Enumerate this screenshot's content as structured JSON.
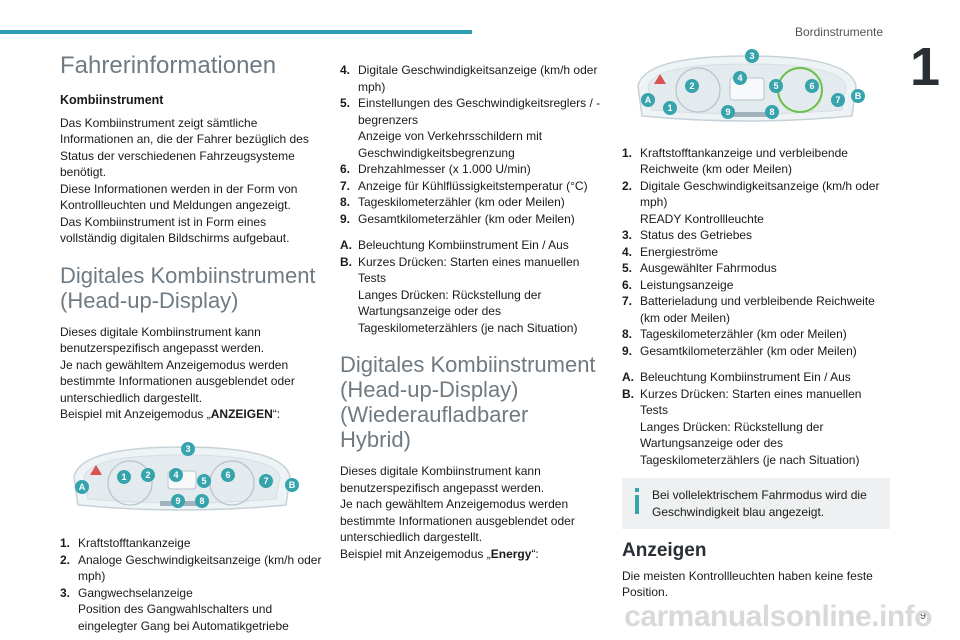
{
  "header": {
    "section": "Bordinstrumente",
    "chapter": "1"
  },
  "col1": {
    "title": "Fahrerinformationen",
    "sub": "Kombiinstrument",
    "intro": [
      "Das Kombiinstrument zeigt sämtliche Informationen an, die der Fahrer bezüglich des Status der verschiedenen Fahrzeugsysteme benötigt.",
      "Diese Informationen werden in der Form von Kontrollleuchten und Meldungen angezeigt.",
      "Das Kombiinstrument ist in Form eines vollständig digitalen Bildschirms aufgebaut."
    ],
    "h2": "Digitales Kombiinstrument (Head-up-Display)",
    "p2": [
      "Dieses digitale Kombiinstrument kann benutzerspezifisch angepasst werden.",
      "Je nach gewähltem Anzeigemodus werden bestimmte Informationen ausgeblendet oder unterschiedlich dargestellt."
    ],
    "example_prefix": "Beispiel mit Anzeigemodus „",
    "example_mode": "ANZEIGEN",
    "example_suffix": "“:",
    "items": [
      {
        "n": "1.",
        "t": "Kraftstofftankanzeige"
      },
      {
        "n": "2.",
        "t": "Analoge Geschwindigkeitsanzeige (km/h oder mph)"
      },
      {
        "n": "3.",
        "t": "Gangwechselanzeige",
        "t2": "Position des Gangwahlschalters und eingelegter Gang bei Automatikgetriebe"
      }
    ]
  },
  "col2": {
    "items": [
      {
        "n": "4.",
        "t": "Digitale Geschwindigkeitsanzeige (km/h oder mph)"
      },
      {
        "n": "5.",
        "t": "Einstellungen des Geschwindigkeitsreglers / -begrenzers",
        "t2": "Anzeige von Verkehrsschildern mit Geschwindigkeitsbegrenzung"
      },
      {
        "n": "6.",
        "t": "Drehzahlmesser (x 1.000 U/min)"
      },
      {
        "n": "7.",
        "t": "Anzeige für Kühlflüssigkeitstemperatur (°C)"
      },
      {
        "n": "8.",
        "t": "Tageskilometerzähler (km oder Meilen)"
      },
      {
        "n": "9.",
        "t": "Gesamtkilometerzähler (km oder Meilen)"
      }
    ],
    "ab": [
      {
        "n": "A.",
        "t": "Beleuchtung Kombiinstrument Ein / Aus"
      },
      {
        "n": "B.",
        "t": "Kurzes Drücken: Starten eines manuellen Tests",
        "t2": "Langes Drücken: Rückstellung der Wartungsanzeige oder des Tageskilometerzählers (je nach Situation)"
      }
    ],
    "h": "Digitales Kombiinstrument (Head-up-Display) (Wiederaufladbarer Hybrid)",
    "p": [
      "Dieses digitale Kombiinstrument kann benutzerspezifisch angepasst werden.",
      "Je nach gewähltem Anzeigemodus werden bestimmte Informationen ausgeblendet oder unterschiedlich dargestellt."
    ],
    "example_prefix": "Beispiel mit Anzeigemodus „",
    "example_mode": "Energy",
    "example_suffix": "“:"
  },
  "col3": {
    "items": [
      {
        "n": "1.",
        "t": "Kraftstofftankanzeige und verbleibende Reichweite (km oder Meilen)"
      },
      {
        "n": "2.",
        "t": "Digitale Geschwindigkeitsanzeige (km/h oder mph)",
        "t2": "READY Kontrollleuchte"
      },
      {
        "n": "3.",
        "t": "Status des Getriebes"
      },
      {
        "n": "4.",
        "t": "Energieströme"
      },
      {
        "n": "5.",
        "t": "Ausgewählter Fahrmodus"
      },
      {
        "n": "6.",
        "t": "Leistungsanzeige"
      },
      {
        "n": "7.",
        "t": "Batterieladung und verbleibende Reichweite (km oder Meilen)"
      },
      {
        "n": "8.",
        "t": "Tageskilometerzähler (km oder Meilen)"
      },
      {
        "n": "9.",
        "t": "Gesamtkilometerzähler (km oder Meilen)"
      }
    ],
    "ab": [
      {
        "n": "A.",
        "t": "Beleuchtung Kombiinstrument Ein / Aus"
      },
      {
        "n": "B.",
        "t": "Kurzes Drücken: Starten eines manuellen Tests",
        "t2": "Langes Drücken: Rückstellung der Wartungsanzeige oder des Tageskilometerzählers (je nach Situation)"
      }
    ],
    "info": "Bei vollelektrischem Fahrmodus wird die Geschwindigkeit blau angezeigt.",
    "anzeigen_h": "Anzeigen",
    "anzeigen_p": "Die meisten Kontrollleuchten haben keine feste Position."
  },
  "dash1_labels": {
    "c1": "1",
    "c2": "2",
    "c3": "3",
    "c4": "4",
    "c5": "5",
    "c6": "6",
    "c7": "7",
    "c8": "8",
    "c9": "9",
    "cA": "A",
    "cB": "B"
  },
  "dash2_labels": {
    "c1": "1",
    "c2": "2",
    "c3": "3",
    "c4": "4",
    "c5": "5",
    "c6": "6",
    "c7": "7",
    "c8": "8",
    "c9": "9",
    "cA": "A",
    "cB": "B"
  },
  "footer": {
    "page": "9",
    "logo": "carmanualsonline.info"
  },
  "colors": {
    "accent": "#2a9db0",
    "title": "#6f7a82",
    "callout": "#36a3ad"
  }
}
